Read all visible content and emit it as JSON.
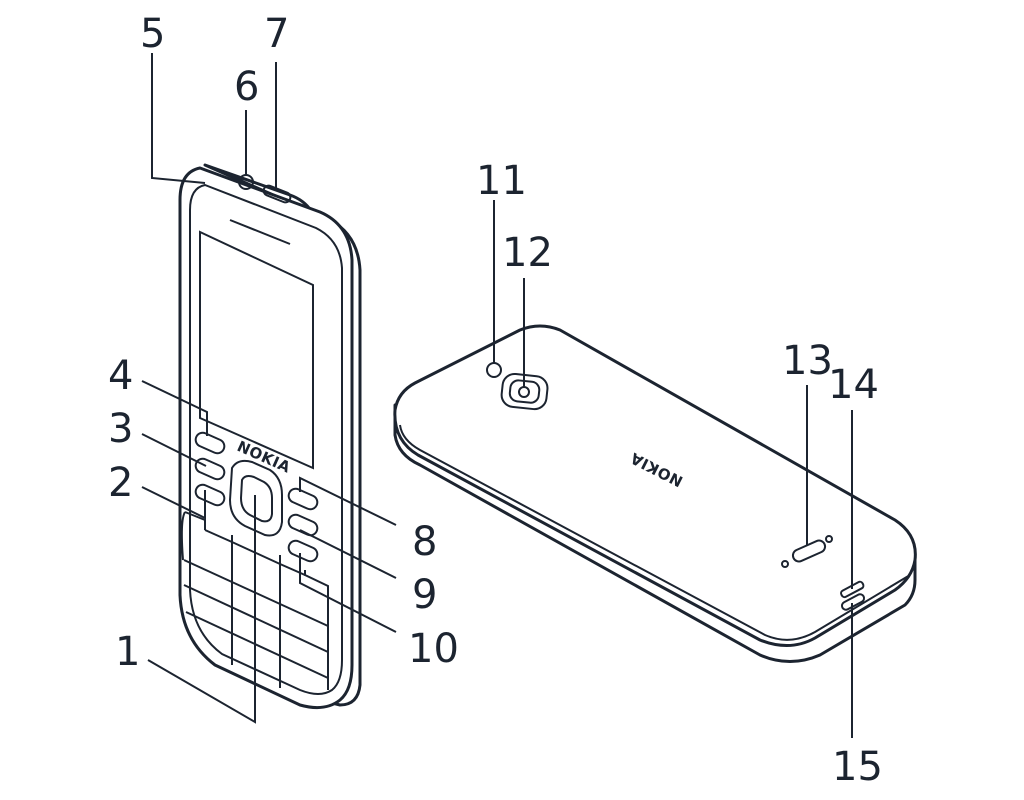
{
  "front_brand": "NOKIA",
  "back_brand": "NOKIA",
  "callouts": {
    "c1": "1",
    "c2": "2",
    "c3": "3",
    "c4": "4",
    "c5": "5",
    "c6": "6",
    "c7": "7",
    "c8": "8",
    "c9": "9",
    "c10": "10",
    "c11": "11",
    "c12": "12",
    "c13": "13",
    "c14": "14",
    "c15": "15"
  }
}
